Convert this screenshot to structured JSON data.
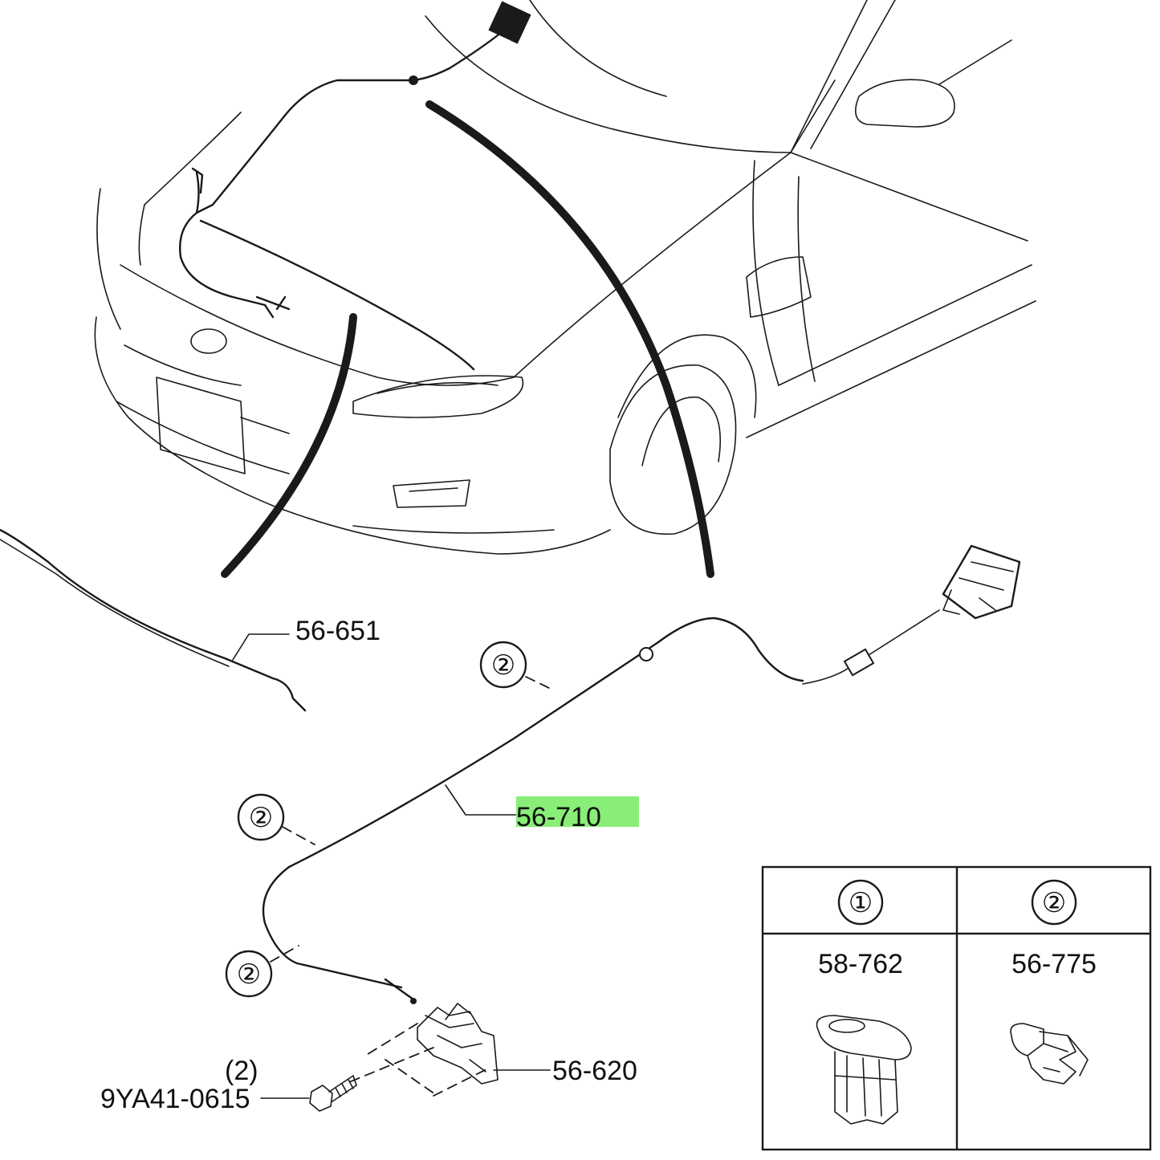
{
  "parts": {
    "hood_seal": "56-651",
    "release_cable": "56-710",
    "hood_latch": "56-620",
    "bolt": "9YA41-0615",
    "bolt_qty": "(2)",
    "clip_ref": "②"
  },
  "highlight_color": "#88ee77",
  "legend": {
    "col1_ref": "①",
    "col2_ref": "②",
    "col1_part": "58-762",
    "col2_part": "56-775"
  }
}
